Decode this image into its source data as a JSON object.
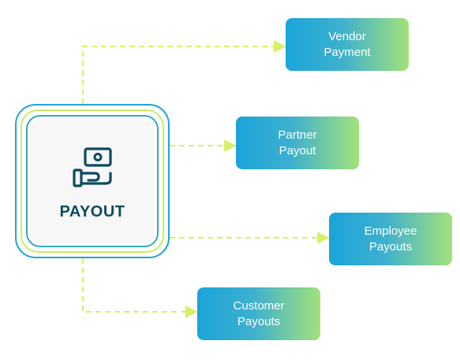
{
  "hub": {
    "label": "PAYOUT",
    "icon": "cash-in-hand-icon"
  },
  "destinations": [
    {
      "line1": "Vendor",
      "line2": "Payment"
    },
    {
      "line1": "Partner",
      "line2": "Payout"
    },
    {
      "line1": "Employee",
      "line2": "Payouts"
    },
    {
      "line1": "Customer",
      "line2": "Payouts"
    }
  ],
  "colors": {
    "connector": "#d6f06a",
    "hub_outer_ring": "#1fa6d1",
    "hub_mid_ring": "#c9ee62",
    "hub_inner_ring": "#33a9c4",
    "hub_text": "#0d4a5e",
    "node_gradient_start": "#1ba4d9",
    "node_gradient_end": "#a2e27a"
  }
}
